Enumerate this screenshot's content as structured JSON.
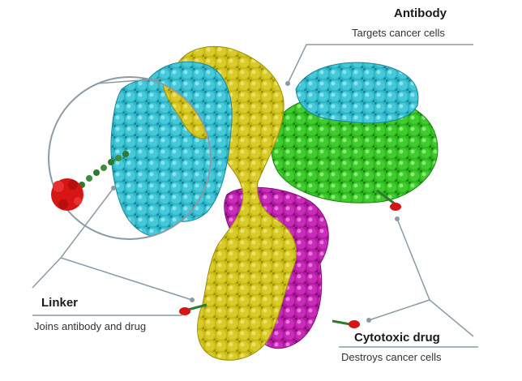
{
  "labels": {
    "antibody": {
      "title": "Antibody",
      "subtitle": "Targets cancer cells"
    },
    "linker": {
      "title": "Linker",
      "subtitle": "Joins antibody and drug"
    },
    "drug": {
      "title": "Cytotoxic drug",
      "subtitle": "Destroys cancer cells"
    }
  },
  "colors": {
    "heavy_chain": "#c9bb14",
    "light_chain_cyan": "#2cb6c8",
    "green_domain": "#2fb81f",
    "magenta_domain": "#b51aa4",
    "drug": "#d81515",
    "linker": "#2f7a2f",
    "callout_line": "#8a9aa6"
  }
}
